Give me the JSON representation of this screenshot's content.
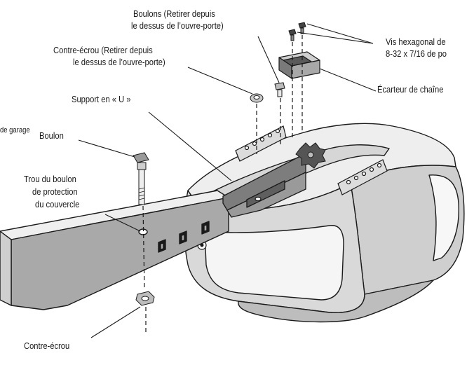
{
  "labels": {
    "bolts_top": "Boulons (Retirer depuis",
    "bolts_top_2": "le dessus de l’ouvre-porte)",
    "locknut_top": "Contre-écrou (Retirer depuis",
    "locknut_top_2": "le dessus de l’ouvre-porte)",
    "hex_screw": "Vis hexagonal de",
    "hex_screw_2": "8-32 x 7/16 de po",
    "chain_spacer": "Écarteur de chaîne",
    "u_bracket": "Support en « U »",
    "cut_text": "de   garage",
    "bolt": "Boulon",
    "cover_hole": "Trou du boulon",
    "cover_hole_2": "de protection",
    "cover_hole_3": "du couvercle",
    "locknut_bottom": "Contre-écrou"
  },
  "colors": {
    "line": "#1a1a1a",
    "light_gray": "#e6e6e6",
    "mid_gray": "#c8c8c8",
    "dark_gray": "#8c8c8c"
  }
}
